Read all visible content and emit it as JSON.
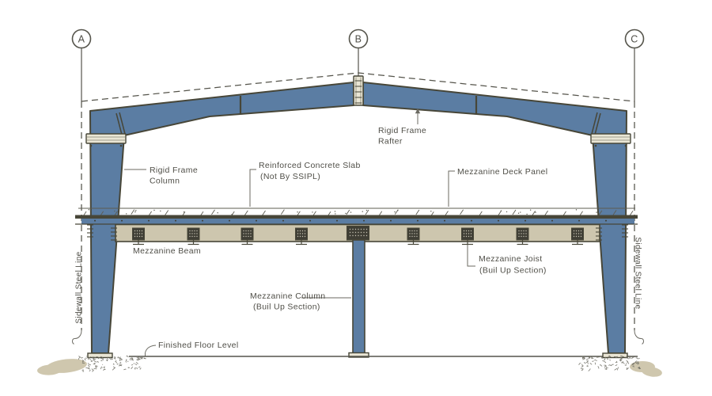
{
  "grid": {
    "a": "A",
    "b": "B",
    "c": "C"
  },
  "labels": {
    "rigid_frame_rafter": [
      "Rigid Frame",
      "Rafter"
    ],
    "rigid_frame_column": [
      "Rigid Frame",
      "Column"
    ],
    "concrete_slab": [
      "Reinforced Concrete Slab",
      "(Not By SSIPL)"
    ],
    "deck_panel": "Mezzanine Deck Panel",
    "mezzanine_beam": "Mezzanine Beam",
    "mezzanine_joist": [
      "Mezzanine Joist",
      "(Buil Up Section)"
    ],
    "mezzanine_column": [
      "Mezzanine Column",
      "(Buil Up Section)"
    ],
    "finished_floor": "Finished Floor Level",
    "sidewall_left": "Sidewall Steel Line",
    "sidewall_right": "Sidewall Steel Line"
  },
  "colors": {
    "steel_blue": "#5b7da3",
    "outline": "#474638",
    "splice_plate": "#eae6d5",
    "beam_tan": "#cdc6ae",
    "line_grey": "#55544b",
    "text_grey": "#4f4e47",
    "joist_dark": "#3f3e35",
    "ground_tan": "#cfc7ae"
  }
}
